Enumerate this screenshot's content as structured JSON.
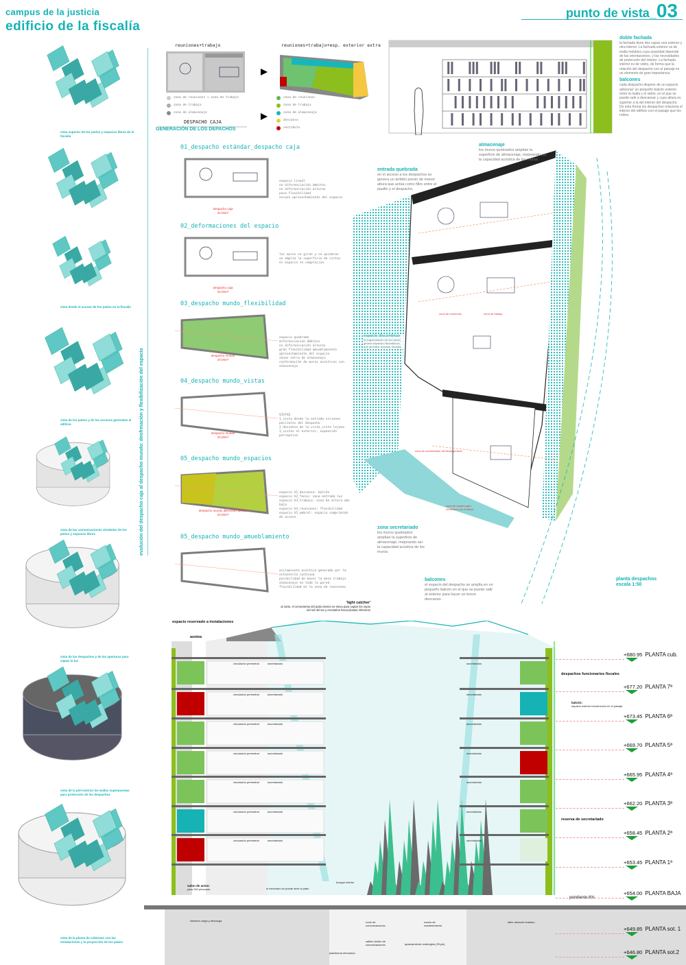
{
  "header": {
    "subtitle": "campus de la justicia",
    "title": "edificio de la fiscalía",
    "view_label": "punto de vista_",
    "view_number": "03"
  },
  "left_captions": [
    "vista superior de los patios y espacios libres de la fiscalía",
    "vista desde el acceso de los patios en la fiscalía",
    "vista de los patios y de los accesos generales al edificio",
    "vista de las comunicaciones alrededor de los patios y espacios libres",
    "vista de los despachos y de las aperturas para captar la luz",
    "vista de la piel exterior de mallas superpuestas para protección de los despachos",
    "vista de la planta de cubiertas con las instalaciones y la proyección de los patios"
  ],
  "vertical_title": "evolución del despacho caja al despacho mundo: deofrmación y flexibilización del espacio",
  "generation": {
    "left_title": "reuniones+trabajo",
    "right_title": "reuniones+trabajo+esp. exterior extra",
    "left_legend": [
      "zona de reuniones + zona de trabajo",
      "zona de trabajo",
      "zona de almacenaje"
    ],
    "right_legend": [
      {
        "label": "zona de reuniones",
        "color": "#5cb85c"
      },
      {
        "label": "zona de trabajo",
        "color": "#8cbf1e"
      },
      {
        "label": "zona de almacenaje",
        "color": "#17b6bd"
      },
      {
        "label": "descanso",
        "color": "#f5c842"
      },
      {
        "label": "vestíbulo",
        "color": "#c00000"
      }
    ],
    "box_label": "DESPACHO CAJA",
    "section_title": "GENERACIÓN DE LOS DEPACHOS"
  },
  "steps": [
    {
      "title": "01_despacho estándar_despacho caja",
      "label": "despacho caja",
      "area": "20.00m²",
      "bullets": [
        "espacio lineal",
        "no diferenciación ámbitos",
        "no diferenciación alturas",
        "poca flexibilidad",
        "escaso aprovechamiento del espacio"
      ]
    },
    {
      "title": "02_deformaciones del espacio",
      "label": "despacho caja",
      "area": "20.00m²",
      "bullets": [
        "los muros se giran y se quiebran",
        "se amplía la superficie de vistas",
        "el espacio se complejiza"
      ]
    },
    {
      "title": "03_despacho mundo_flexibilidad",
      "label": "despacho mundo",
      "area": "20.00m²",
      "bullets": [
        "espacio quebrado",
        "diferenciación ámbitos",
        "no diferenciación alturas",
        "gran flexibilidad amueblamiento",
        "aprovechamiento del espacio",
        "zonas extra de almacenaje",
        "conformación de muros acústicos con almacenaje"
      ]
    },
    {
      "title": "04_despacho mundo_vistas",
      "label": "despacho mundo",
      "area": "20.00m²",
      "bullets": [
        "VISTAS",
        "1_vista desde la entrada visiones parciales del despacho",
        "2_descanso de la vista_vista lejana",
        "3_vistas al exterior, expansión perceptiva"
      ]
    },
    {
      "title": "05_despacho mundo_espacios",
      "label": "despacho mundo diferentes alturas",
      "area": "20.00m²",
      "bullets": [
        "espacio h1_descanso: balcón",
        "espacio h2_fanio: zona entrada luz",
        "espacio h3_trabajo: zona de altura más baja",
        "espacio h4_reuniones: flexibilidad",
        "espacio h5_umbral: espacio comprimido de acceso"
      ]
    },
    {
      "title": "05_despacho mundo_amueblamiento",
      "label": "",
      "area": "",
      "bullets": [
        "aislamiento acústico generado por la estantería continua",
        "posibilidad de mover la mesa trabajo",
        "almacenaje en toda la pared",
        "flexibilidad en la zona de reuniones"
      ]
    }
  ],
  "side_text": [
    {
      "title": "doble fachada",
      "body": "la fachada tiene dos capas una exterior y otra interior. La fachada exterior es de malla metálica cuya opacidad depende de las orientaciones, y las necesidades de protección del interior. La fachada interior es de vidrio, de forma que la relación del despacho con el paisaje es un elemento de gran importancia."
    },
    {
      "title": "balcones",
      "body": "cada despacho dispone de un espacio adicional: un pequeño balcón exterior entre la malla y el vidrio, en el que se puede salir a descansar y cuya altura es superior a la del interior del despacho. De esta forma los despachos relaciona el interior del edificio con el paisaje que los rodea."
    }
  ],
  "plan": {
    "annotations": [
      {
        "title": "almacenaje",
        "body": "los muros quebrados amplían la superficie de almacenaje, mejorando así la capacidad acústica de los muros."
      },
      {
        "title": "entrada quebrada",
        "body": "en el acceso a los despachos se genera un ámbito previo de menor altura que actúa como filtro entre el pasillo y el despacho."
      },
      {
        "title": "espacio discontinuo",
        "body": "la fragmentación de los muros genera espacios discontinuos que permiten diversas visuales"
      },
      {
        "title": "zona secretariado",
        "body": "los muros quebrados amplían la superficie de almacenaje, mejorando así la capacidad acústica de los muros."
      },
      {
        "title": "balcones",
        "body": "el espacio del despacho se amplía en un pequeño balcón en el que se puede salir al exterior para hacer un breve descanso."
      }
    ],
    "title": "planta despachos",
    "scale": "escala 1:50",
    "room_labels": [
      "zona de reuniones",
      "zona de trabajo",
      "zona de secretariado del fiscal general",
      "zona de espera para reuniones con el fiscal"
    ]
  },
  "section": {
    "light_catcher_title": "'light catcher'",
    "light_catcher_body": "al norte, el cerramiento del patio interior se eleva para captar los rayos del sol del sur y revotarlos hacia plantas inferiores",
    "installations": "espacio reservado a instalaciones",
    "roof": "azotea",
    "offices": "despachos funcionarios fiscales",
    "balcony_title": "balcón:",
    "balcony_body": "espacio exterior introducción en el paisaje",
    "reserve": "reserva de secretariado",
    "corridor": "circulación perimetral",
    "secretary": "secretariado",
    "hall_title": "salon de actos:",
    "hall_body": "para 250 personas",
    "stage": "el escenario se puede abrir al patio",
    "forest": "bosque interior",
    "slope": "pendiente 6%",
    "basement": [
      "dársena carga y descarga",
      "nodo de comunicaciones",
      "cuarto de mantenimiento",
      "taller almacén trastero",
      "salida núcleo de comunicaciones",
      "aparcamiento restringido (25 plz)",
      "plataforma elevadora"
    ],
    "levels": [
      {
        "elev": "+680.95",
        "name": "PLANTA cub."
      },
      {
        "elev": "+677.20",
        "name": "PLANTA 7ª"
      },
      {
        "elev": "+673.45",
        "name": "PLANTA 6ª"
      },
      {
        "elev": "+669.70",
        "name": "PLANTA 5ª"
      },
      {
        "elev": "+665.95",
        "name": "PLANTA 4ª"
      },
      {
        "elev": "+662.20",
        "name": "PLANTA 3ª"
      },
      {
        "elev": "+658.45",
        "name": "PLANTA 2ª"
      },
      {
        "elev": "+653.45",
        "name": "PLANTA 1ª"
      },
      {
        "elev": "+654.00",
        "name": "PLANTA BAJA"
      },
      {
        "elev": "+649.85",
        "name": "PLANTA sot. 1"
      },
      {
        "elev": "+646.80",
        "name": "PLANTA sot.2"
      }
    ]
  },
  "colors": {
    "teal": "#16b2b4",
    "green": "#1e9e3c",
    "lime": "#8cbf1e",
    "red": "#c00000"
  }
}
